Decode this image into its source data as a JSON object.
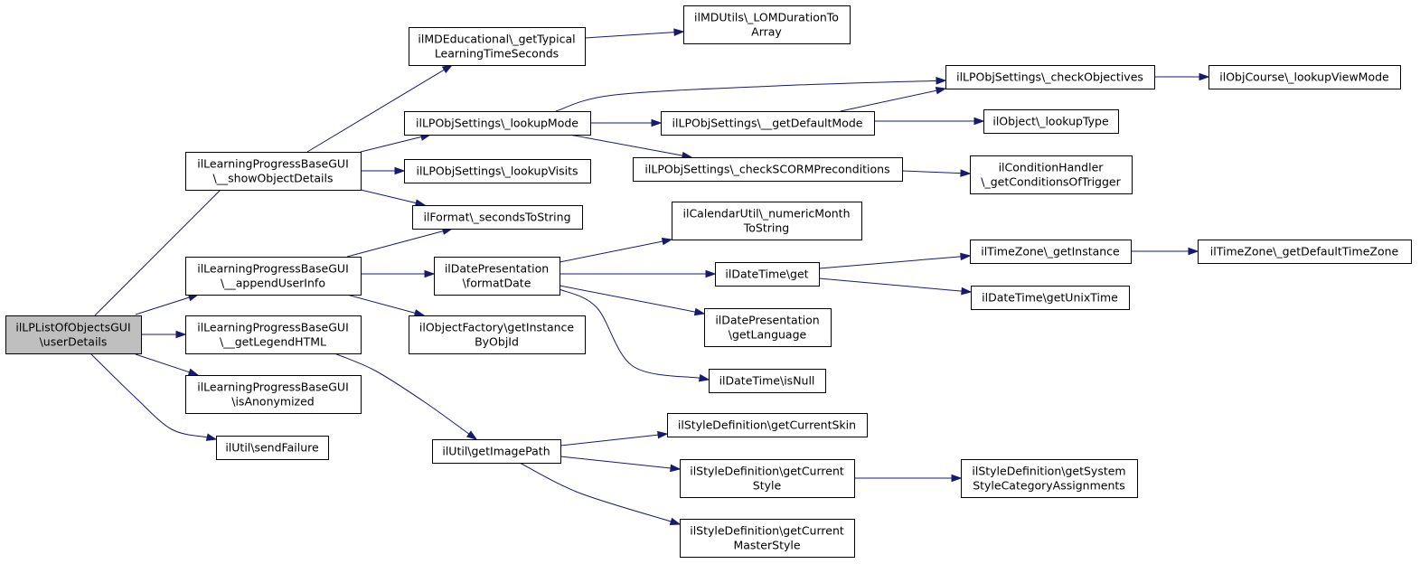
{
  "nodes": [
    {
      "id": "root",
      "lines": [
        "ilLPListOfObjectsGUI",
        "\\userDetails"
      ],
      "root": true
    },
    {
      "id": "showObj",
      "lines": [
        "ilLearningProgressBaseGUI",
        "\\__showObjectDetails"
      ]
    },
    {
      "id": "appendUser",
      "lines": [
        "ilLearningProgressBaseGUI",
        "\\__appendUserInfo"
      ]
    },
    {
      "id": "legend",
      "lines": [
        "ilLearningProgressBaseGUI",
        "\\__getLegendHTML"
      ]
    },
    {
      "id": "anon",
      "lines": [
        "ilLearningProgressBaseGUI",
        "\\isAnonymized"
      ]
    },
    {
      "id": "sendFailure",
      "lines": [
        "ilUtil\\sendFailure"
      ]
    },
    {
      "id": "mdEdu",
      "lines": [
        "ilMDEducational\\_getTypical",
        "LearningTimeSeconds"
      ]
    },
    {
      "id": "lookupMode",
      "lines": [
        "ilLPObjSettings\\_lookupMode"
      ]
    },
    {
      "id": "lookupVisits",
      "lines": [
        "ilLPObjSettings\\_lookupVisits"
      ]
    },
    {
      "id": "secToStr",
      "lines": [
        "ilFormat\\_secondsToString"
      ]
    },
    {
      "id": "formatDate",
      "lines": [
        "ilDatePresentation",
        "\\formatDate"
      ]
    },
    {
      "id": "objFactory",
      "lines": [
        "ilObjectFactory\\getInstance",
        "ByObjId"
      ]
    },
    {
      "id": "imagePath",
      "lines": [
        "ilUtil\\getImagePath"
      ]
    },
    {
      "id": "lomDur",
      "lines": [
        "ilMDUtils\\_LOMDurationTo",
        "Array"
      ]
    },
    {
      "id": "defaultMode",
      "lines": [
        "ilLPObjSettings\\__getDefaultMode"
      ]
    },
    {
      "id": "scormPre",
      "lines": [
        "ilLPObjSettings\\_checkSCORMPreconditions"
      ]
    },
    {
      "id": "calUtil",
      "lines": [
        "ilCalendarUtil\\_numericMonth",
        "ToString"
      ]
    },
    {
      "id": "dtGet",
      "lines": [
        "ilDateTime\\get"
      ]
    },
    {
      "id": "getLang",
      "lines": [
        "ilDatePresentation",
        "\\getLanguage"
      ]
    },
    {
      "id": "isNull",
      "lines": [
        "ilDateTime\\isNull"
      ]
    },
    {
      "id": "curSkin",
      "lines": [
        "ilStyleDefinition\\getCurrentSkin"
      ]
    },
    {
      "id": "curStyle",
      "lines": [
        "ilStyleDefinition\\getCurrent",
        "Style"
      ]
    },
    {
      "id": "curMaster",
      "lines": [
        "ilStyleDefinition\\getCurrent",
        "MasterStyle"
      ]
    },
    {
      "id": "checkObj",
      "lines": [
        "ilLPObjSettings\\_checkObjectives"
      ]
    },
    {
      "id": "lookupType",
      "lines": [
        "ilObject\\_lookupType"
      ]
    },
    {
      "id": "condHandler",
      "lines": [
        "ilConditionHandler",
        "\\_getConditionsOfTrigger"
      ]
    },
    {
      "id": "tzInst",
      "lines": [
        "ilTimeZone\\_getInstance"
      ]
    },
    {
      "id": "unixTime",
      "lines": [
        "ilDateTime\\getUnixTime"
      ]
    },
    {
      "id": "sysStyle",
      "lines": [
        "ilStyleDefinition\\getSystem",
        "StyleCategoryAssignments"
      ]
    },
    {
      "id": "viewMode",
      "lines": [
        "ilObjCourse\\_lookupViewMode"
      ]
    },
    {
      "id": "defTZ",
      "lines": [
        "ilTimeZone\\_getDefaultTimeZone"
      ]
    }
  ],
  "edges": [
    [
      "root",
      "showObj"
    ],
    [
      "root",
      "appendUser"
    ],
    [
      "root",
      "legend"
    ],
    [
      "root",
      "anon"
    ],
    [
      "root",
      "sendFailure"
    ],
    [
      "showObj",
      "mdEdu"
    ],
    [
      "showObj",
      "lookupMode"
    ],
    [
      "showObj",
      "lookupVisits"
    ],
    [
      "showObj",
      "secToStr"
    ],
    [
      "appendUser",
      "secToStr"
    ],
    [
      "appendUser",
      "formatDate"
    ],
    [
      "appendUser",
      "objFactory"
    ],
    [
      "legend",
      "imagePath"
    ],
    [
      "mdEdu",
      "lomDur"
    ],
    [
      "lookupMode",
      "checkObj"
    ],
    [
      "lookupMode",
      "defaultMode"
    ],
    [
      "lookupMode",
      "scormPre"
    ],
    [
      "defaultMode",
      "checkObj"
    ],
    [
      "defaultMode",
      "lookupType"
    ],
    [
      "checkObj",
      "viewMode"
    ],
    [
      "scormPre",
      "condHandler"
    ],
    [
      "formatDate",
      "calUtil"
    ],
    [
      "formatDate",
      "dtGet"
    ],
    [
      "formatDate",
      "getLang"
    ],
    [
      "formatDate",
      "isNull"
    ],
    [
      "dtGet",
      "tzInst"
    ],
    [
      "dtGet",
      "unixTime"
    ],
    [
      "tzInst",
      "defTZ"
    ],
    [
      "imagePath",
      "curSkin"
    ],
    [
      "imagePath",
      "curStyle"
    ],
    [
      "imagePath",
      "curMaster"
    ],
    [
      "curStyle",
      "sysStyle"
    ]
  ]
}
